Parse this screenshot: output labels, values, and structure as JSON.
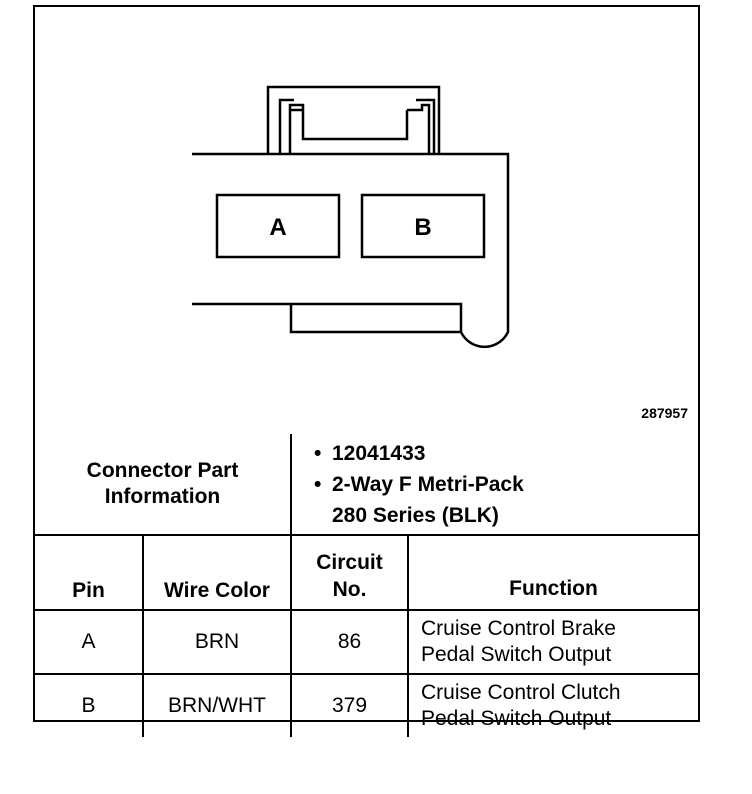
{
  "figure_number": "287957",
  "pins": [
    {
      "label": "A"
    },
    {
      "label": "B"
    }
  ],
  "info": {
    "label_line1": "Connector Part",
    "label_line2": "Information",
    "items": [
      "12041433",
      "2-Way F Metri-Pack",
      "280 Series (BLK)"
    ]
  },
  "table": {
    "headers": {
      "pin": "Pin",
      "wire_color": "Wire Color",
      "circuit_line1": "Circuit",
      "circuit_line2": "No.",
      "function": "Function"
    },
    "rows": [
      {
        "pin": "A",
        "wire_color": "BRN",
        "circuit": "86",
        "function_line1": "Cruise Control Brake",
        "function_line2": "Pedal Switch Output"
      },
      {
        "pin": "B",
        "wire_color": "BRN/WHT",
        "circuit": "379",
        "function_line1": "Cruise Control Clutch",
        "function_line2": "Pedal Switch Output"
      }
    ]
  }
}
